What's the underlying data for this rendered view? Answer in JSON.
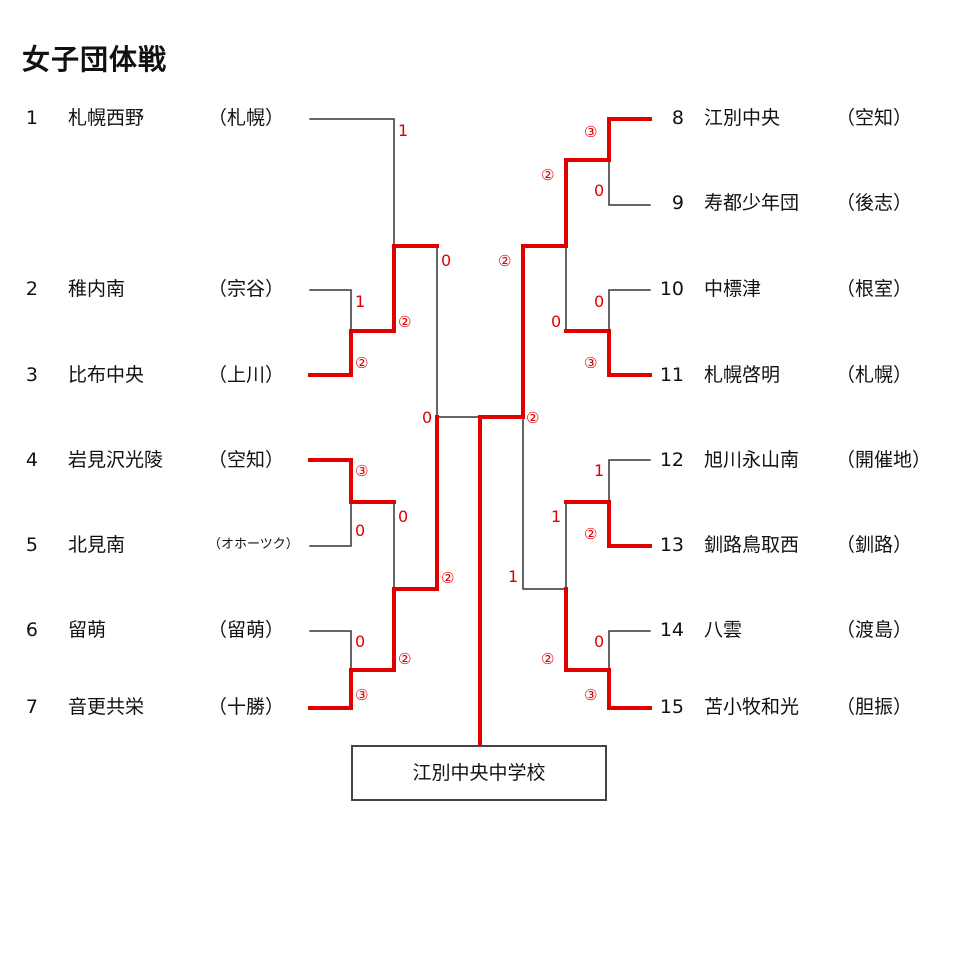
{
  "title": "女子団体戦",
  "teams": [
    {
      "seed": "1",
      "name": "札幌西野",
      "region": "（札幌）"
    },
    {
      "seed": "2",
      "name": "稚内南",
      "region": "（宗谷）"
    },
    {
      "seed": "3",
      "name": "比布中央",
      "region": "（上川）"
    },
    {
      "seed": "4",
      "name": "岩見沢光陵",
      "region": "（空知）"
    },
    {
      "seed": "5",
      "name": "北見南",
      "region": "（オホーツク）"
    },
    {
      "seed": "6",
      "name": "留萌",
      "region": "（留萌）"
    },
    {
      "seed": "7",
      "name": "音更共栄",
      "region": "（十勝）"
    },
    {
      "seed": "8",
      "name": "江別中央",
      "region": "（空知）"
    },
    {
      "seed": "9",
      "name": "寿都少年団",
      "region": "（後志）"
    },
    {
      "seed": "10",
      "name": "中標津",
      "region": "（根室）"
    },
    {
      "seed": "11",
      "name": "札幌啓明",
      "region": "（札幌）"
    },
    {
      "seed": "12",
      "name": "旭川永山南",
      "region": "（開催地）"
    },
    {
      "seed": "13",
      "name": "釧路鳥取西",
      "region": "（釧路）"
    },
    {
      "seed": "14",
      "name": "八雲",
      "region": "（渡島）"
    },
    {
      "seed": "15",
      "name": "苫小牧和光",
      "region": "（胆振）"
    }
  ],
  "scores": {
    "r1_t2": "1",
    "r1_t3": "②",
    "r1_t4": "③",
    "r1_t5": "0",
    "r1_t6": "0",
    "r1_t7": "③",
    "r1_t8": "③",
    "r1_t9": "0",
    "r1_t10": "0",
    "r1_t11": "③",
    "r1_t12": "1",
    "r1_t13": "②",
    "r1_t14": "0",
    "r1_t15": "③",
    "qf_t1": "1",
    "qf_2v3": "②",
    "qf_4v5": "0",
    "qf_6v7": "②",
    "qf_8v9": "②",
    "qf_10v11": "0",
    "qf_12v13": "1",
    "qf_14v15": "②",
    "sf_top_left": "0",
    "sf_bottom_left": "②",
    "sf_top_right": "②",
    "sf_bottom_right": "1",
    "final_left": "0",
    "final_right": "②"
  },
  "champion": "江別中央中学校"
}
